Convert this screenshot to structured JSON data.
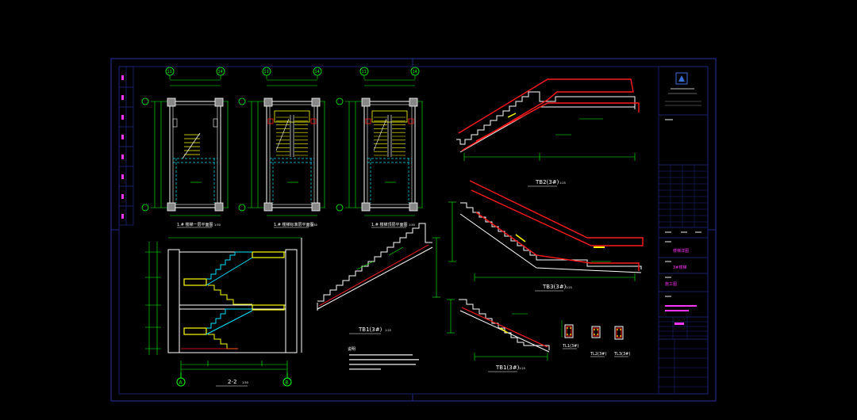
{
  "colors": {
    "background": "#000000",
    "frame": "#1e2a8a",
    "axis": "#00ff00",
    "wall": "#ffffff",
    "rebar": "#ff1a1a",
    "stair": "#00e5ff",
    "beam": "#ffff00",
    "note": "#ff33ff"
  },
  "plans": [
    {
      "grid_left": "11",
      "grid_right": "14",
      "title": "1.# 楼梯一层平面图",
      "scale": "1:50"
    },
    {
      "grid_left": "11",
      "grid_right": "14",
      "title": "1.# 楼梯标准层平面图",
      "scale": "1:50"
    },
    {
      "grid_left": "11",
      "grid_right": "14",
      "title": "1.# 楼梯顶层平面图",
      "scale": "1:50"
    }
  ],
  "section": {
    "title": "2-2",
    "scale": "1:50",
    "grid_left": "A",
    "grid_right": "B"
  },
  "details": [
    {
      "title": "TB2(3#)",
      "scale": "1:25"
    },
    {
      "title": "TB3(3#)",
      "scale": "1:25"
    },
    {
      "title": "TB1(3#)",
      "scale": "1:25"
    },
    {
      "title": "TB1(3#)",
      "scale": "1:25"
    }
  ],
  "beam_sections": [
    {
      "title": "TL1(3#)"
    },
    {
      "title": "TL2(3#)"
    },
    {
      "title": "TL3(3#)"
    }
  ],
  "notes_title": "说明",
  "title_block": {
    "project": "楼梯详图",
    "drawing": "3#楼梯",
    "stage": "施工图"
  }
}
